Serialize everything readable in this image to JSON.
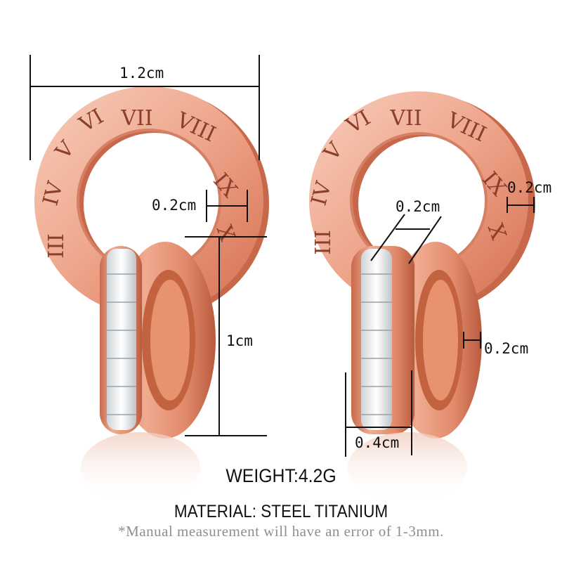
{
  "image": {
    "subject": "rose-gold double ring earrings with roman numerals and baguette crystals",
    "colors": {
      "rose_gold_light": "#f2b8a2",
      "rose_gold_mid": "#e8957a",
      "rose_gold_dark": "#c8684a",
      "numeral": "#8a3f2a",
      "crystal": "#e9ecef",
      "line": "#111111",
      "note_text": "#8f8f8f"
    },
    "roman_numerals": [
      "III",
      "IV",
      "V",
      "VI",
      "VII",
      "VIII",
      "IX",
      "X"
    ]
  },
  "measurements": {
    "left": {
      "width_top": "1.2cm",
      "ring_thickness": "0.2cm",
      "height": "1cm"
    },
    "right": {
      "ring_edge": "0.2cm",
      "crystal_band": "0.2cm",
      "inner_ring": "0.2cm",
      "depth": "0.4cm"
    }
  },
  "specs": {
    "weight": "WEIGHT:4.2G",
    "material": "MATERIAL: STEEL TITANIUM",
    "note": "*Manual measurement will have an error of 1-3mm."
  }
}
